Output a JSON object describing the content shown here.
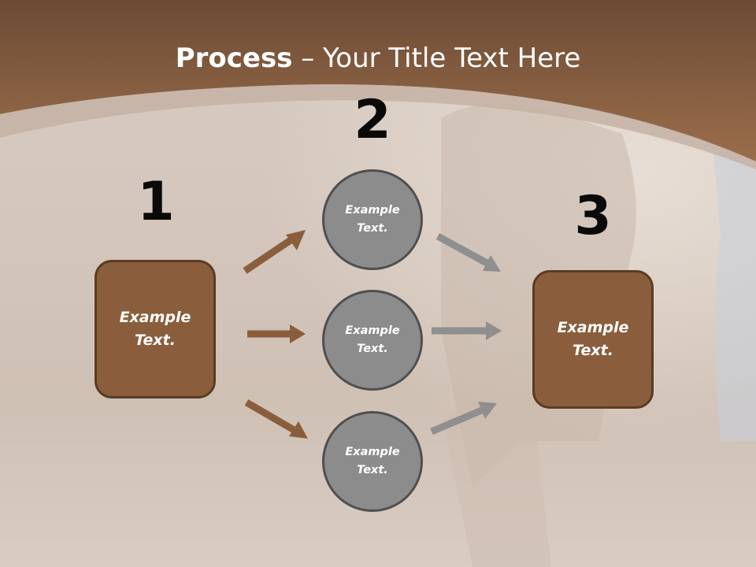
{
  "slide": {
    "title_bold": "Process",
    "title_rest": " – Your Title Text Here",
    "steps": [
      {
        "number": "1",
        "box_text": "Example Text."
      },
      {
        "number": "2",
        "circles": [
          "Example Text.",
          "Example Text.",
          "Example Text."
        ]
      },
      {
        "number": "3",
        "box_text": "Example Text."
      }
    ]
  },
  "colors": {
    "header": "#8a5e3d",
    "box_fill": "#8a5e3d",
    "box_border": "#5a3b25",
    "circle_fill": "#8c8c8c",
    "circle_border": "#4f4f4f",
    "arrow_brown": "#8a5e3d",
    "arrow_gray": "#8f8f8f"
  }
}
